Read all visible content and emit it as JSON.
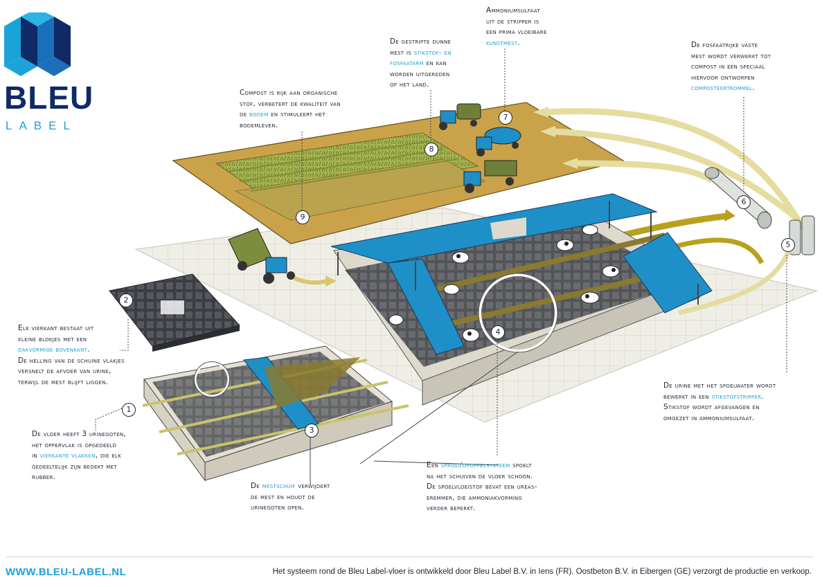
{
  "logo": {
    "word1": "BLEU",
    "word2": "LABEL"
  },
  "markers": [
    "1",
    "2",
    "3",
    "4",
    "5",
    "6",
    "7",
    "8",
    "9"
  ],
  "notes": {
    "ammonium": {
      "l1": "Ammoniumsulfaat",
      "l2": "uit de stripper is",
      "l3": "een prima vloeibare",
      "l4_hl": "kunstmest",
      "l4_end": "."
    },
    "thin_manure": {
      "l1": "De gestripte dunne",
      "l2a": "mest is ",
      "l2_hl": "stikstof- en",
      "l3_hl": "fosfaatarm",
      "l3b": " en kan",
      "l4": "worden uitgereden",
      "l5": "op het land."
    },
    "phosphate": {
      "l1": "De fosfaatrijke vaste",
      "l2": "mest wordt verwerkt tot",
      "l3": "compost in een speciaal",
      "l4": "hiervoor ontworpen",
      "l5_hl": "composteertrommel",
      "l5_end": "."
    },
    "compost": {
      "l1": "Compost is rijk aan organische",
      "l2": "stof, verbetert de kwaliteit van",
      "l3a": "de ",
      "l3_hl": "bodem",
      "l3b": " en stimuleert het",
      "l4": "bodemleven."
    },
    "square": {
      "l1": "Elk vierkant bestaat uit",
      "l2": "kleine blokjes met een",
      "l3_hl": "dakvormige bovenkant",
      "l3_end": ".",
      "l4": "De helling van de schuine vlakjes",
      "l5": "versnelt de afvoer van urine,",
      "l6": "terwijl de mest blijft liggen."
    },
    "urine": {
      "l1": "De urine met het spoelwater wordt",
      "l2a": "bewerkt in een ",
      "l2_hl": "stikstofstripper",
      "l2_end": ".",
      "l3": "Stikstof wordt afgevangen en",
      "l4": "omgezet in ammoniumsulfaat."
    },
    "floor": {
      "l1": "De vloer heeft 3 urinegoten,",
      "l2": "het oppervlak is opgedeeld",
      "l3a": "in ",
      "l3_hl": "vierkante vlakken",
      "l3b": ", die elk",
      "l4": "gedeeltelijk zijn bedekt met",
      "l5": "rubber."
    },
    "scraper": {
      "l1a": "De ",
      "l1_hl": "mestschuif",
      "l1b": " verwijdert",
      "l2": "de mest en houdt de",
      "l3": "urinegoten open."
    },
    "spray": {
      "l1a": "Een ",
      "l1_hl": "sproei/druppelsysteem",
      "l1b": " spoelt",
      "l2": "na het schuiven de vloer schoon.",
      "l3": "De spoelvloeistof bevat een ureas-",
      "l4": "eremmer, die ammoniakvorming",
      "l5": "verder beperkt."
    }
  },
  "footer": {
    "url": "WWW.BLEU-LABEL.NL",
    "credit": "Het systeem rond de Bleu Label-vloer is ontwikkeld door Bleu Label B.V. in Iens (FR). Oostbeton B.V. in Eibergen (GE) verzorgt de productie en verkoop."
  },
  "colors": {
    "accent": "#1f9bd1",
    "navy": "#0f2a66",
    "field": "#c9a24a",
    "crop": "#9db14f",
    "roof": "#1f8fc8",
    "pipe": "#b8a11e"
  }
}
